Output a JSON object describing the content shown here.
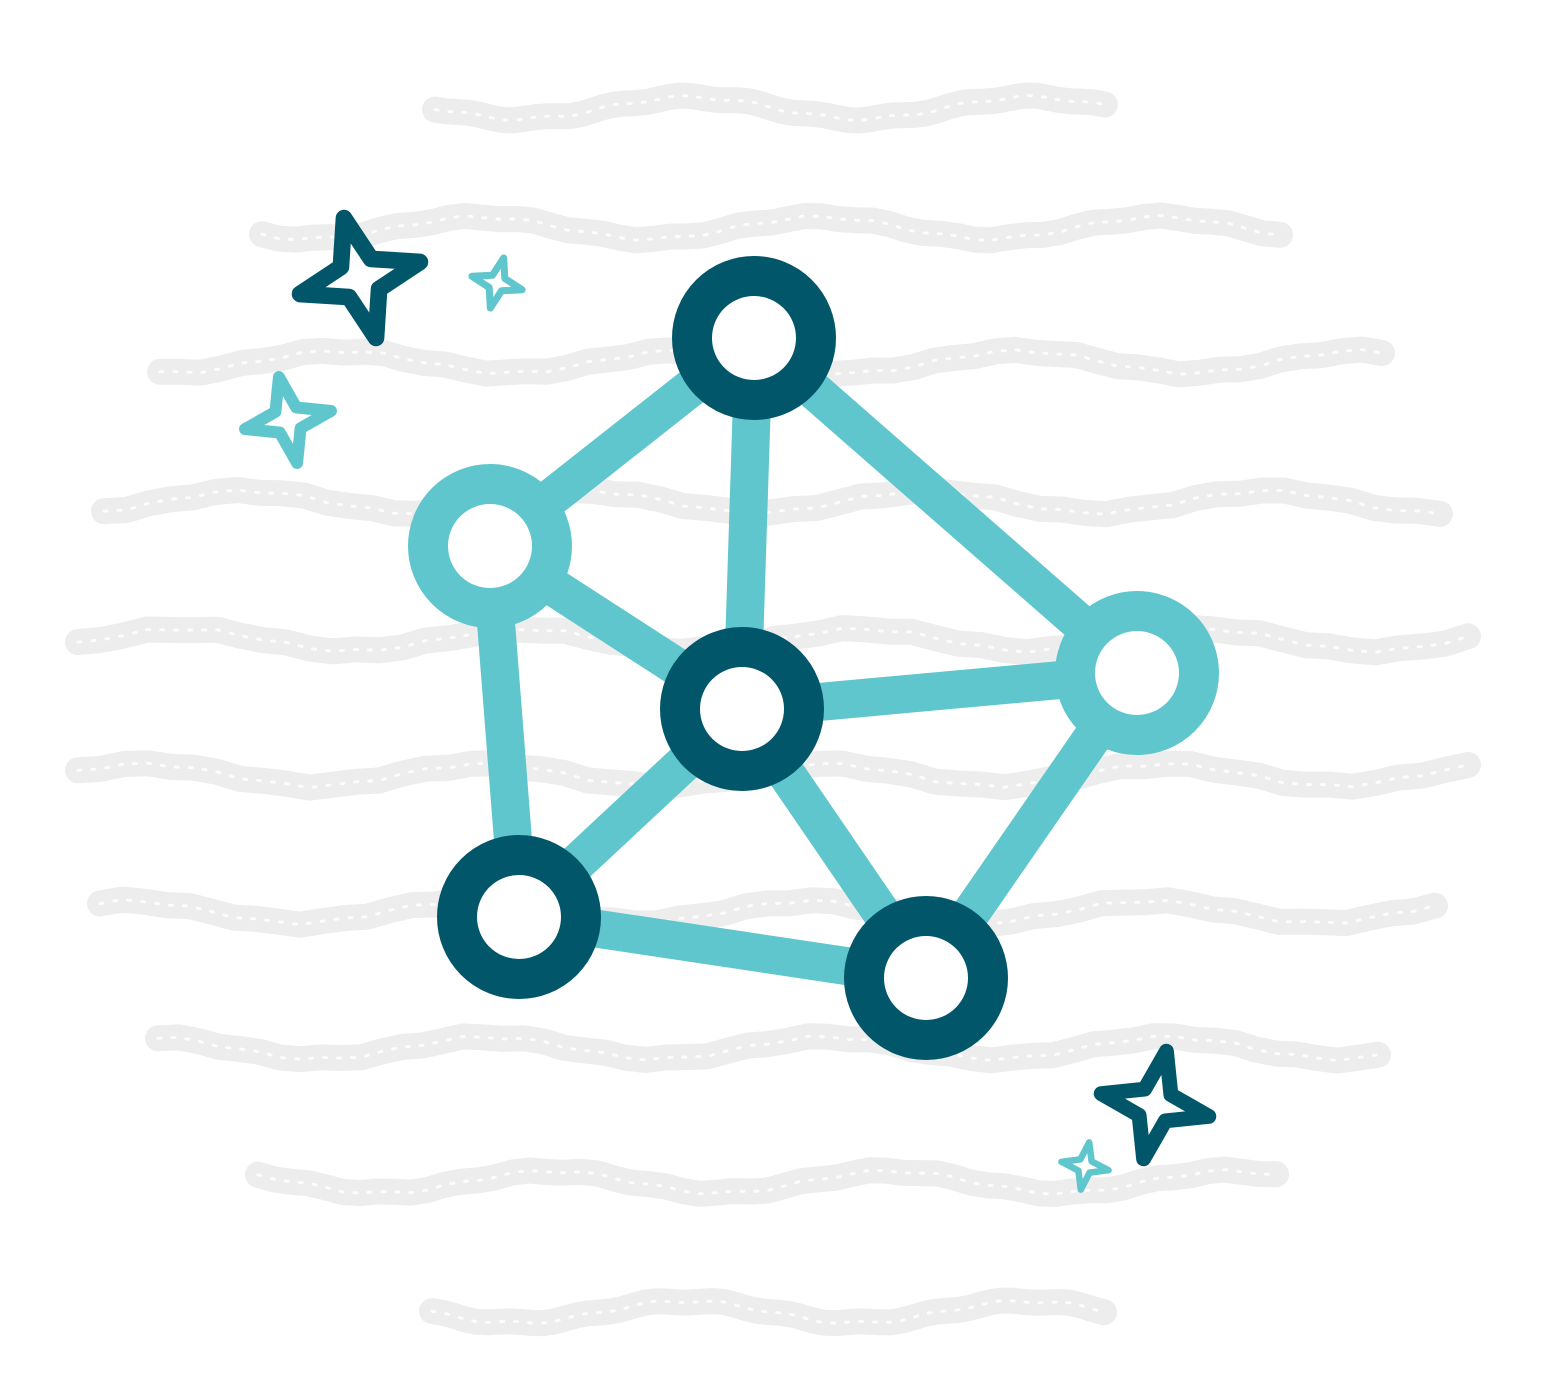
{
  "illustration": {
    "subject": "network-graph",
    "colors": {
      "background": "#ffffff",
      "wave": "#ededed",
      "edge": "#5ec6cc",
      "node_dark": "#02566a",
      "node_light": "#5ec6cc",
      "sparkle_dark": "#02566a",
      "sparkle_light": "#5ec6cc"
    },
    "nodes": [
      {
        "id": "top",
        "tone": "dark"
      },
      {
        "id": "left",
        "tone": "light"
      },
      {
        "id": "center",
        "tone": "dark"
      },
      {
        "id": "right",
        "tone": "light"
      },
      {
        "id": "bottom-left",
        "tone": "dark"
      },
      {
        "id": "bottom-right",
        "tone": "dark"
      }
    ],
    "edges": [
      [
        "left",
        "top"
      ],
      [
        "top",
        "center"
      ],
      [
        "top",
        "right"
      ],
      [
        "left",
        "center"
      ],
      [
        "left",
        "bottom-left"
      ],
      [
        "center",
        "right"
      ],
      [
        "center",
        "bottom-left"
      ],
      [
        "center",
        "bottom-right"
      ],
      [
        "bottom-left",
        "bottom-right"
      ],
      [
        "right",
        "bottom-right"
      ]
    ],
    "sparkles": [
      {
        "id": "top-left-large",
        "tone": "dark"
      },
      {
        "id": "top-left-small",
        "tone": "light"
      },
      {
        "id": "left-medium",
        "tone": "light"
      },
      {
        "id": "bottom-right-large",
        "tone": "dark"
      },
      {
        "id": "bottom-right-small",
        "tone": "light"
      }
    ],
    "wave_count": 10
  }
}
